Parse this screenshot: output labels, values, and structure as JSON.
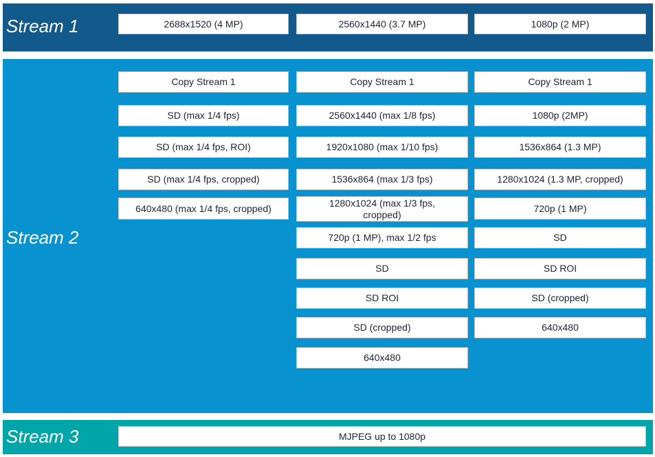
{
  "colors": {
    "stream1_band": "#12598C",
    "stream2_band": "#0892D0",
    "stream3_band": "#00A5A9",
    "box_background": "#FFFFFF",
    "box_border": "#BFBFBF",
    "box_text": "#1A2433",
    "label_text": "#FFFFFF"
  },
  "stream1": {
    "label": "Stream 1",
    "options": [
      "2688x1520 (4 MP)",
      "2560x1440 (3.7 MP)",
      "1080p (2 MP)"
    ]
  },
  "stream2": {
    "label": "Stream 2",
    "columns": [
      {
        "items": [
          "Copy Stream 1",
          "SD (max 1/4 fps)",
          "SD (max 1/4 fps, ROI)",
          "SD (max 1/4 fps, cropped)",
          "640x480 (max 1/4 fps, cropped)"
        ]
      },
      {
        "items": [
          "Copy Stream 1",
          "2560x1440 (max 1/8 fps)",
          "1920x1080 (max 1/10 fps)",
          "1536x864 (max 1/3 fps)",
          "1280x1024 (max 1/3 fps, cropped)",
          "720p (1 MP), max 1/2 fps",
          "SD",
          "SD ROI",
          "SD (cropped)",
          "640x480"
        ]
      },
      {
        "items": [
          "Copy Stream 1",
          "1080p (2MP)",
          "1536x864 (1.3 MP)",
          "1280x1024 (1.3 MP, cropped)",
          "720p (1 MP)",
          "SD",
          "SD ROI",
          "SD (cropped)",
          "640x480"
        ]
      }
    ]
  },
  "stream3": {
    "label": "Stream 3",
    "options": [
      "MJPEG up to 1080p"
    ]
  }
}
